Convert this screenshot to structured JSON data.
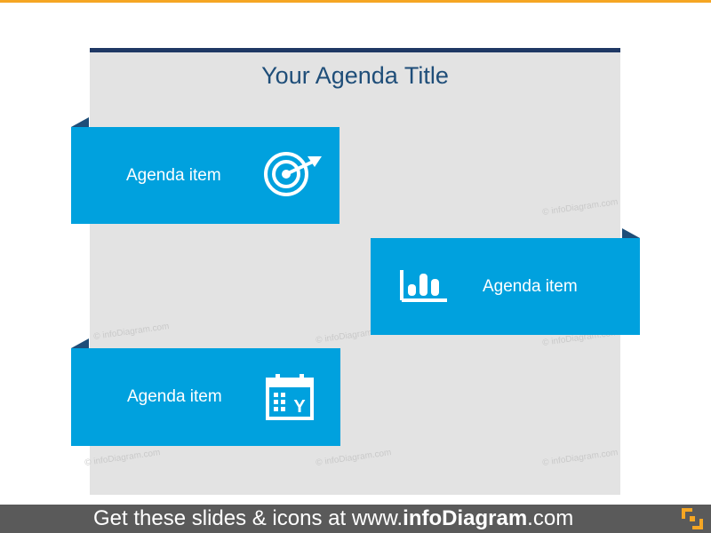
{
  "slide": {
    "title": "Your Agenda Title",
    "watermark": "© infoDiagram.com",
    "items": [
      {
        "label": "Agenda item",
        "icon": "target-icon"
      },
      {
        "label": "Agenda item",
        "icon": "bar-chart-icon"
      },
      {
        "label": "Agenda item",
        "icon": "calendar-icon"
      }
    ],
    "calendar_letter": "Y"
  },
  "footer": {
    "prefix": "Get these slides & icons at www.",
    "brand": "infoDiagram",
    "suffix": ".com"
  },
  "colors": {
    "accent_top": "#f5a623",
    "title_bar": "#1f3864",
    "card": "#00a1de",
    "card_fold": "#1f4e79",
    "panel": "#e3e3e3",
    "footer": "#5a5a5a"
  }
}
